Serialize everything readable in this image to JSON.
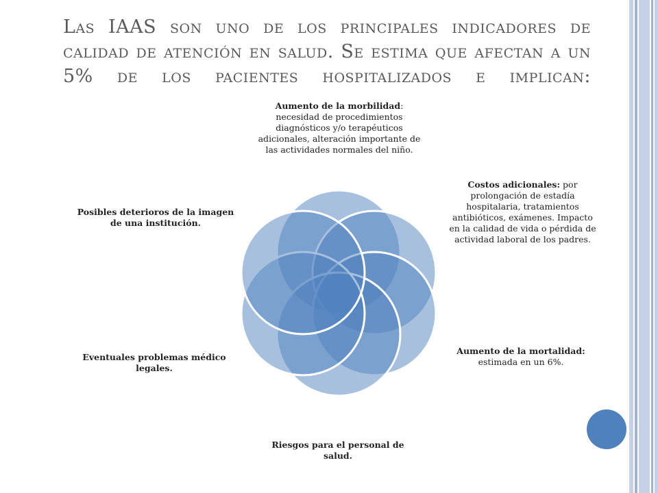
{
  "title": "Las IAAS son uno de los principales indicadores de calidad de atención en salud. Se estima que afectan a un 5% de los pacientes hospitalizados e implican:",
  "colors": {
    "petal_fill": "#4f81bd",
    "petal_stroke": "#ffffff",
    "stripe_light": "#c5d1e6",
    "stripe_mid": "#9fb3d4",
    "accent_circle": "#4f81bd"
  },
  "items": [
    {
      "bold": "Aumento de la morbilidad",
      "text": ": necesidad de procedimientos diagnósticos y/o terapéuticos adicionales, alteración importante de las actividades normales del niño."
    },
    {
      "bold": "Costos adicionales:",
      "text": " por prolongación de estadía hospitalaria, tratamientos antibióticos, exámenes. Impacto en la calidad de vida o pérdida de actividad laboral de los padres."
    },
    {
      "bold": "Aumento de la mortalidad:",
      "text": " estimada en un 6%."
    },
    {
      "bold": "Riesgos para el personal de salud.",
      "text": ""
    },
    {
      "bold": "Eventuales problemas médico legales.",
      "text": ""
    },
    {
      "bold": "Posibles deterioros de la imagen de una institución.",
      "text": ""
    }
  ]
}
